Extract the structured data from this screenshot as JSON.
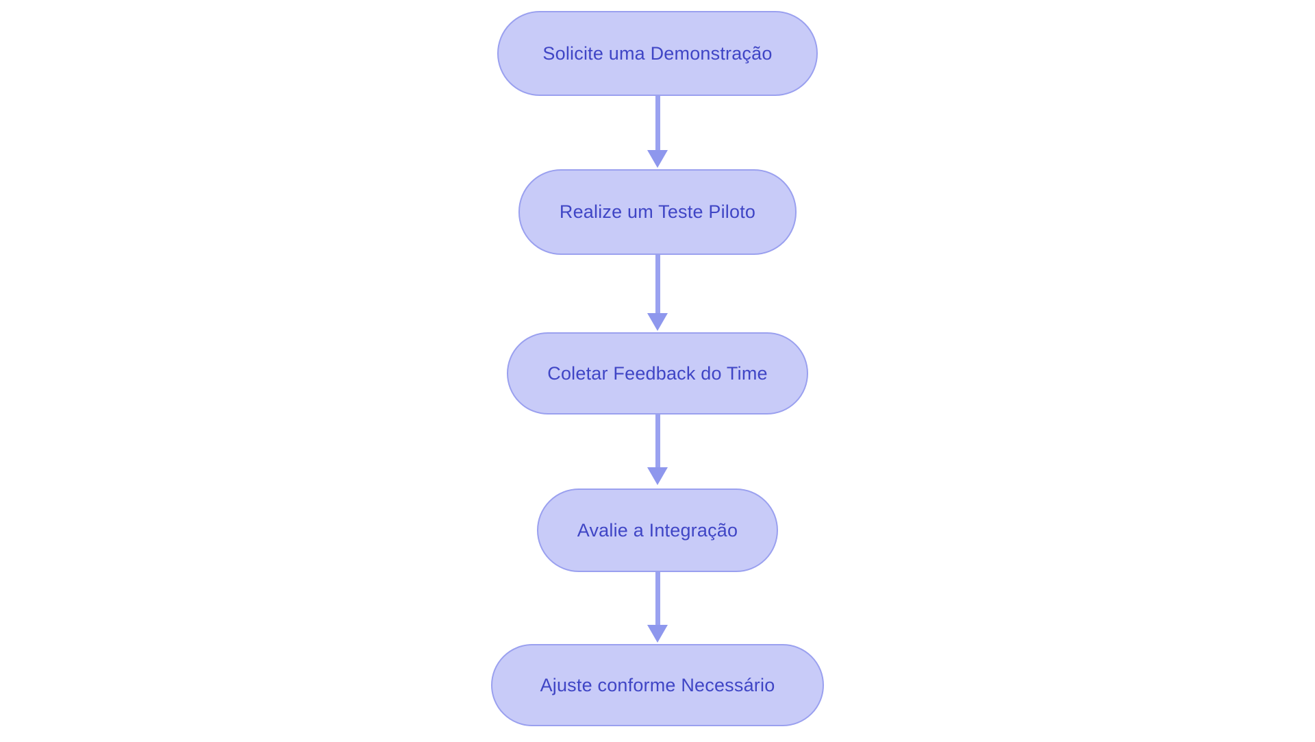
{
  "diagram": {
    "type": "flowchart",
    "direction": "top-down",
    "nodes": [
      {
        "id": "step-1",
        "label": "Solicite uma Demonstração"
      },
      {
        "id": "step-2",
        "label": "Realize um Teste Piloto"
      },
      {
        "id": "step-3",
        "label": "Coletar Feedback do Time"
      },
      {
        "id": "step-4",
        "label": "Avalie a Integração"
      },
      {
        "id": "step-5",
        "label": "Ajuste conforme Necessário"
      }
    ],
    "edges": [
      {
        "from": "step-1",
        "to": "step-2"
      },
      {
        "from": "step-2",
        "to": "step-3"
      },
      {
        "from": "step-3",
        "to": "step-4"
      },
      {
        "from": "step-4",
        "to": "step-5"
      }
    ]
  },
  "colors": {
    "background": "#ffffff",
    "node_fill": "#c8cbf8",
    "node_border": "#9aa0ef",
    "node_text": "#3f45c5",
    "arrow_line": "#9aa2f0",
    "arrow_head": "#8e97ed"
  }
}
